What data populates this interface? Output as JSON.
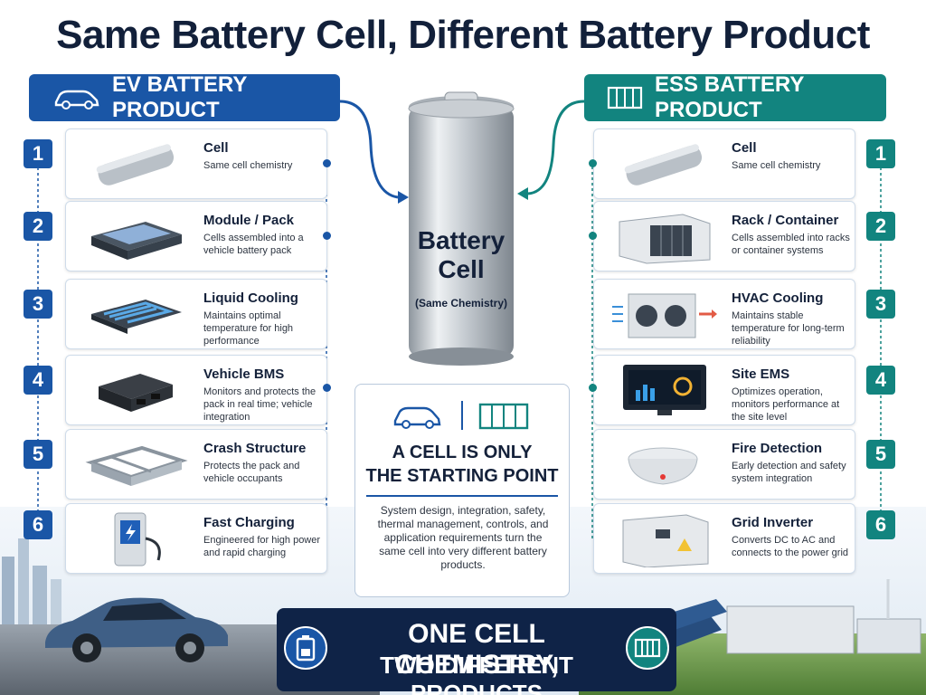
{
  "title": "Same Battery Cell, Different Battery Product",
  "ev": {
    "header": "EV BATTERY PRODUCT",
    "steps": [
      {
        "num": "1",
        "title": "Cell",
        "desc": "Same cell chemistry"
      },
      {
        "num": "2",
        "title": "Module / Pack",
        "desc": "Cells assembled into a vehicle battery pack"
      },
      {
        "num": "3",
        "title": "Liquid Cooling",
        "desc": "Maintains optimal temperature for high performance"
      },
      {
        "num": "4",
        "title": "Vehicle BMS",
        "desc": "Monitors and protects the pack in real time; vehicle integration"
      },
      {
        "num": "5",
        "title": "Crash Structure",
        "desc": "Protects the pack and vehicle occupants"
      },
      {
        "num": "6",
        "title": "Fast Charging",
        "desc": "Engineered for high power and rapid charging"
      }
    ]
  },
  "ess": {
    "header": "ESS BATTERY PRODUCT",
    "steps": [
      {
        "num": "1",
        "title": "Cell",
        "desc": "Same cell chemistry"
      },
      {
        "num": "2",
        "title": "Rack / Container",
        "desc": "Cells assembled into racks or container systems"
      },
      {
        "num": "3",
        "title": "HVAC Cooling",
        "desc": "Maintains stable temperature for long-term reliability"
      },
      {
        "num": "4",
        "title": "Site EMS",
        "desc": "Optimizes operation, monitors performance at the site level"
      },
      {
        "num": "5",
        "title": "Fire Detection",
        "desc": "Early detection and safety system integration"
      },
      {
        "num": "6",
        "title": "Grid Inverter",
        "desc": "Converts DC to AC and connects to the power grid"
      }
    ]
  },
  "center": {
    "line1": "Battery",
    "line2": "Cell",
    "line3": "(Same Chemistry)"
  },
  "info": {
    "heading1": "A CELL IS ONLY",
    "heading2": "THE STARTING POINT",
    "body": "System design, integration, safety, thermal management, controls, and application requirements turn the same cell into very different battery products."
  },
  "banner": {
    "line1": "ONE CELL CHEMISTRY,",
    "line2": "TWO DIFFERENT PRODUCTS"
  },
  "icons": {
    "ev_header": "car-icon",
    "ess_header": "container-icon",
    "banner_left": "battery-icon",
    "banner_right": "container-icon"
  },
  "colors": {
    "ev_primary": "#1a56a6",
    "ess_primary": "#12847f",
    "banner_bg": "#0f2347",
    "title": "#12203a"
  }
}
